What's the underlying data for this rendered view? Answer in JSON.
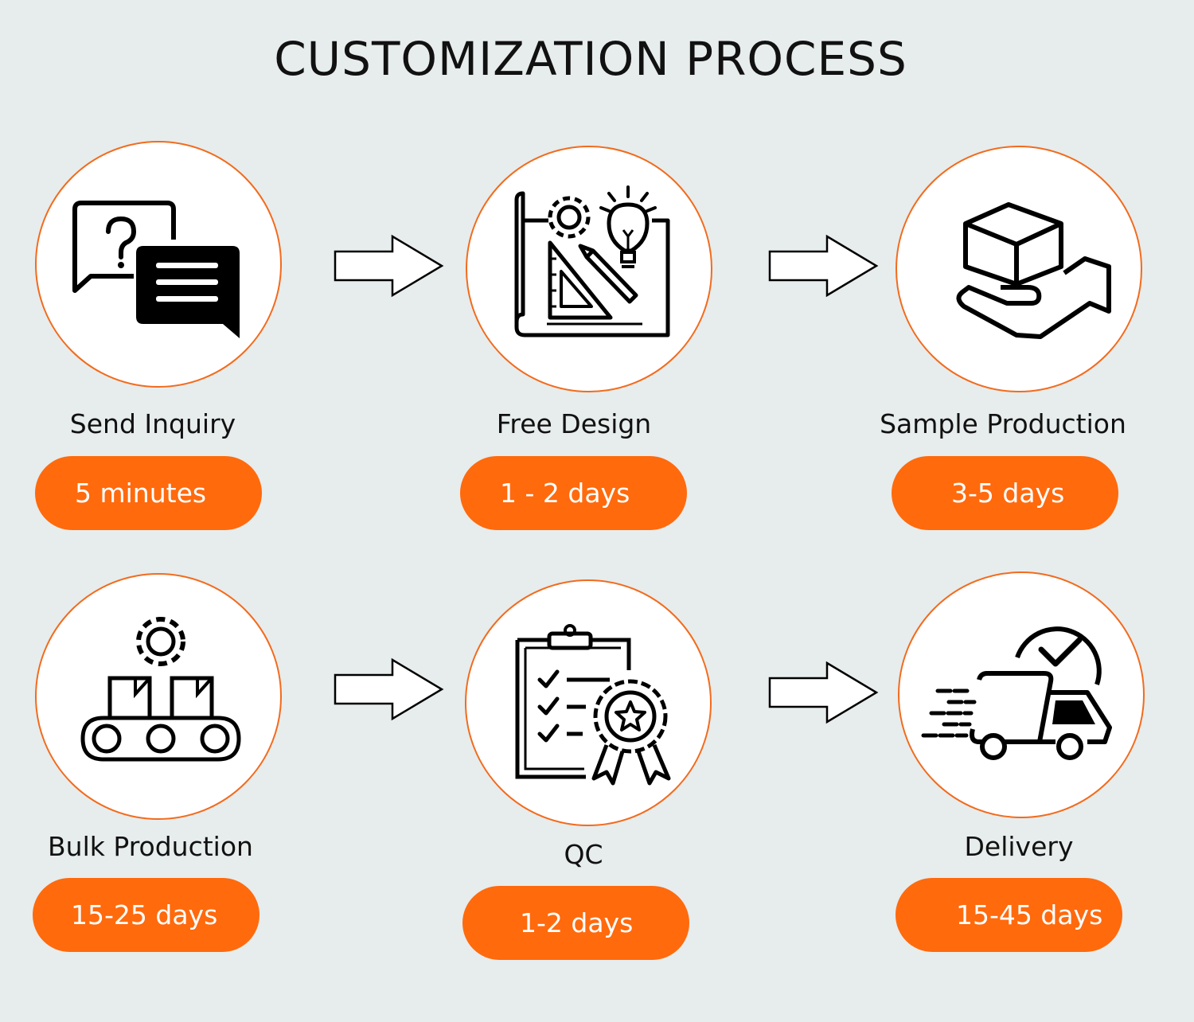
{
  "title": "CUSTOMIZATION PROCESS",
  "colors": {
    "accent": "#FF6A0D",
    "ring": "#F26B1D",
    "background": "#E7ECEC"
  },
  "steps": [
    {
      "label": "Send Inquiry",
      "duration": "5 minutes",
      "icon": "chat-question-icon"
    },
    {
      "label": "Free Design",
      "duration": "1 - 2 days",
      "icon": "blueprint-design-icon"
    },
    {
      "label": "Sample Production",
      "duration": "3-5 days",
      "icon": "box-on-hand-icon"
    },
    {
      "label": "Bulk Production",
      "duration": "15-25 days",
      "icon": "conveyor-belt-icon"
    },
    {
      "label": "QC",
      "duration": "1-2 days",
      "icon": "checklist-badge-icon"
    },
    {
      "label": "Delivery",
      "duration": "15-45 days",
      "icon": "delivery-truck-icon"
    }
  ]
}
